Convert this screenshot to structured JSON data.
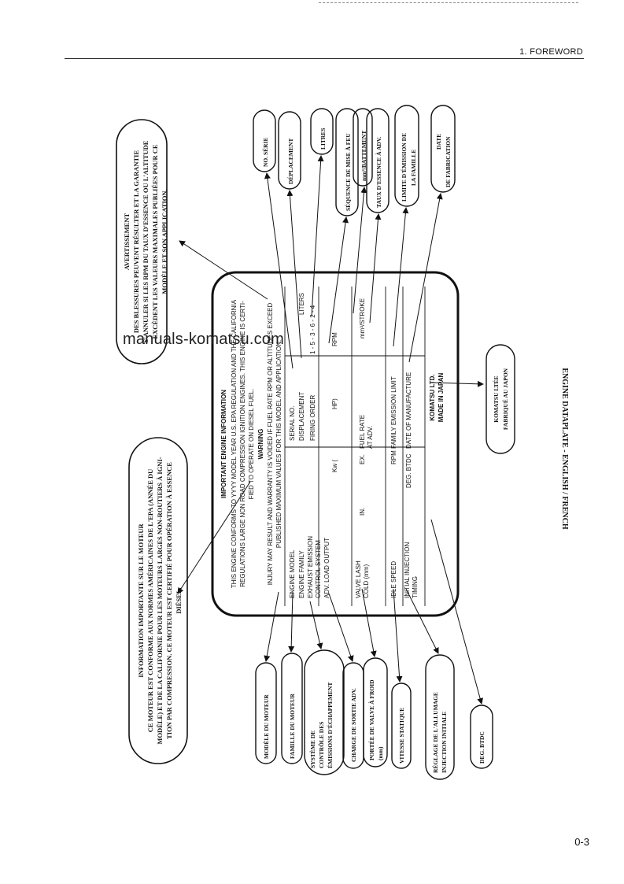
{
  "header": {
    "section": "1. FOREWORD"
  },
  "footer": {
    "page": "0-3"
  },
  "watermark": "manuals-komatsu.com",
  "caption": "ENGINE DATAPLATE - ENGLISH / FRENCH",
  "plate": {
    "title": "IMPORTANT ENGINE INFORMATION",
    "intro": [
      "THIS ENGINE CONFORMS TO YYYY MODEL YEAR U.S. EPA REGULATION AND THE CALIFORNIA",
      "REGULATIONS LARGE NON ROAD COMPRESSION IGNITION ENGINES. THIS ENGINE IS CERTI-",
      "FIED TO OPERATE ON DIESEL FUEL."
    ],
    "warning_title": "WARNING",
    "warning": [
      "INJURY MAY RESULT AND WARRANTY IS VOIDED IF FUEL RATE RPM OR ALTITUDES EXCEED",
      "PUBLISHED MAXIMUM VALUES FOR THIS MODEL AND APPLICATION."
    ],
    "rows": {
      "engine_model": "ENGINE MODEL",
      "serial_no": "SERIAL NO.",
      "engine_family": "ENGINE FAMILY",
      "displacement": "DISPLACEMENT",
      "liters": "LITERS",
      "exhaust_1": "EXHAUST EMISSION",
      "exhaust_2": "CONTROL SYSTEM",
      "firing_order": "FIRING ORDER",
      "firing_seq": "1 - 5 - 3 - 6 - 2 - 4",
      "adv_load": "ADV. LOAD OUTPUT",
      "kw": "Kw (",
      "hp": "HP)",
      "rpm": "RPM",
      "valve_1": "VALVE LASH",
      "valve_2": "COLD (mm)",
      "in": "IN.",
      "ex": "EX.",
      "fuel_rate_1": "FUEL RATE",
      "fuel_rate_2": "AT ADV.",
      "stroke": "mm³/STROKE",
      "idle": "IDLE SPEED",
      "rpm2": "RPM",
      "fel": "FAMILY EMISSION LIMIT",
      "init_1": "INITIAL INJECTION",
      "init_2": "TIMING",
      "deg": "DEG. BTDC",
      "date_mfg": "DATE OF MANUFACTURE",
      "maker_1": "KOMATSU LTD.",
      "maker_2": "MADE IN JAPAN"
    }
  },
  "callouts": {
    "avertissement_title": "AVERTISSEMENT",
    "avertissement": [
      "DES BLESSURES PEUVENT RÉSULTER ET LA GARANTIE",
      "S'ANNULER SI LES RPM DU TAUX D'ESSENCE OU L'ALTITUDE",
      "EXCÈDENT LES VALEURS MAXIMALES PUBLIÉES POUR CE",
      "MODÈLE ET SON APPLICATION."
    ],
    "info_title": "INFORMATION IMPORTANTE SUR LE MOTEUR",
    "info": [
      "CE MOTEUR EST CONFORME AUX NORMES AMÉRICAINES DE L'EPA (ANNÉE DU",
      "MODÈLE) ET DE LA CALIFORNIE POUR LES MOTEURS LARGES NON-ROUTIERS À IGNI-",
      "TION PAR COMPRESSION. CE MOTEUR EST CERTIFIÉ POUR OPÉRATION À ESSENCE",
      "DIÉSEL."
    ],
    "no_serie": "NO. SÉRIE",
    "deplacement": "DÉPLACEMENT",
    "litres": "LITRES",
    "sequence": "SÉQUENCE DE MISE À FEU",
    "battement": "mm³/BATTEMENT",
    "taux": "TAUX D'ESSENCE À ADV.",
    "limite_1": "LIMITE D'ÉMISSION DE",
    "limite_2": "LA FAMILLE",
    "date_1": "DATE",
    "date_2": "DE FABRICATION",
    "komatsu_1": "KOMATSU LTÉE",
    "komatsu_2": "FABRIQUÉ AU JAPON",
    "modele": "MODÈLE DU MOTEUR",
    "famille": "FAMILLE DU MOTEUR",
    "systeme_1": "SYSTÈME DE",
    "systeme_2": "CONTRÔLE DES",
    "systeme_3": "ÉMISSIONS D'ÉCHAPPEMENT",
    "charge": "CHARGE DE SORTIE ADV.",
    "portee_1": "PORTÉE DE VALVE À FROID",
    "portee_2": "(mm)",
    "vitesse": "VITESSE STATIQUE",
    "reglage_1": "RÉGLAGE DE L'ALLUMAGE",
    "reglage_2": "INJECTION INITIALE",
    "deg_btdc": "DEG. BTDC"
  }
}
